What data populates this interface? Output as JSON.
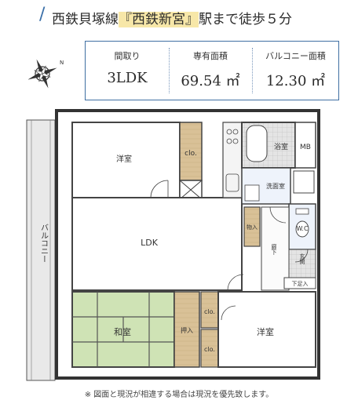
{
  "header": {
    "title_prefix": "西鉄貝塚線",
    "station_highlight": "『西鉄新宮』",
    "title_suffix": "駅まで徒歩５分"
  },
  "compass": {
    "north_label": "N",
    "icon": "compass-rose-icon"
  },
  "specs": [
    {
      "label": "間取り",
      "value": "3LDK"
    },
    {
      "label": "専有面積",
      "value": "69.54 ㎡"
    },
    {
      "label": "バルコニー面積",
      "value": "12.30 ㎡"
    }
  ],
  "floorplan": {
    "balcony": "バルコニー",
    "yoshitsu_top": "洋室",
    "clo_top": "clo.",
    "ldk": "LDK",
    "washitsu": "和室",
    "oshiire": "押入",
    "clo_a": "clo.",
    "clo_b": "clo.",
    "yoshitsu_bottom": "洋室",
    "bathroom": "浴室",
    "mb": "MB",
    "senmen": "洗面室",
    "monoire": "物入",
    "wc": "W.C",
    "rouka": "廊下",
    "genkan": "玄関",
    "shitabako": "下足入"
  },
  "colors": {
    "accent": "#3f6fa2",
    "highlight": "#f7e7a8",
    "wood": "#d8bf92",
    "tatami": "#cfe3b5"
  },
  "note": "※ 図面と現況が相違する場合は現況を優先致します。"
}
